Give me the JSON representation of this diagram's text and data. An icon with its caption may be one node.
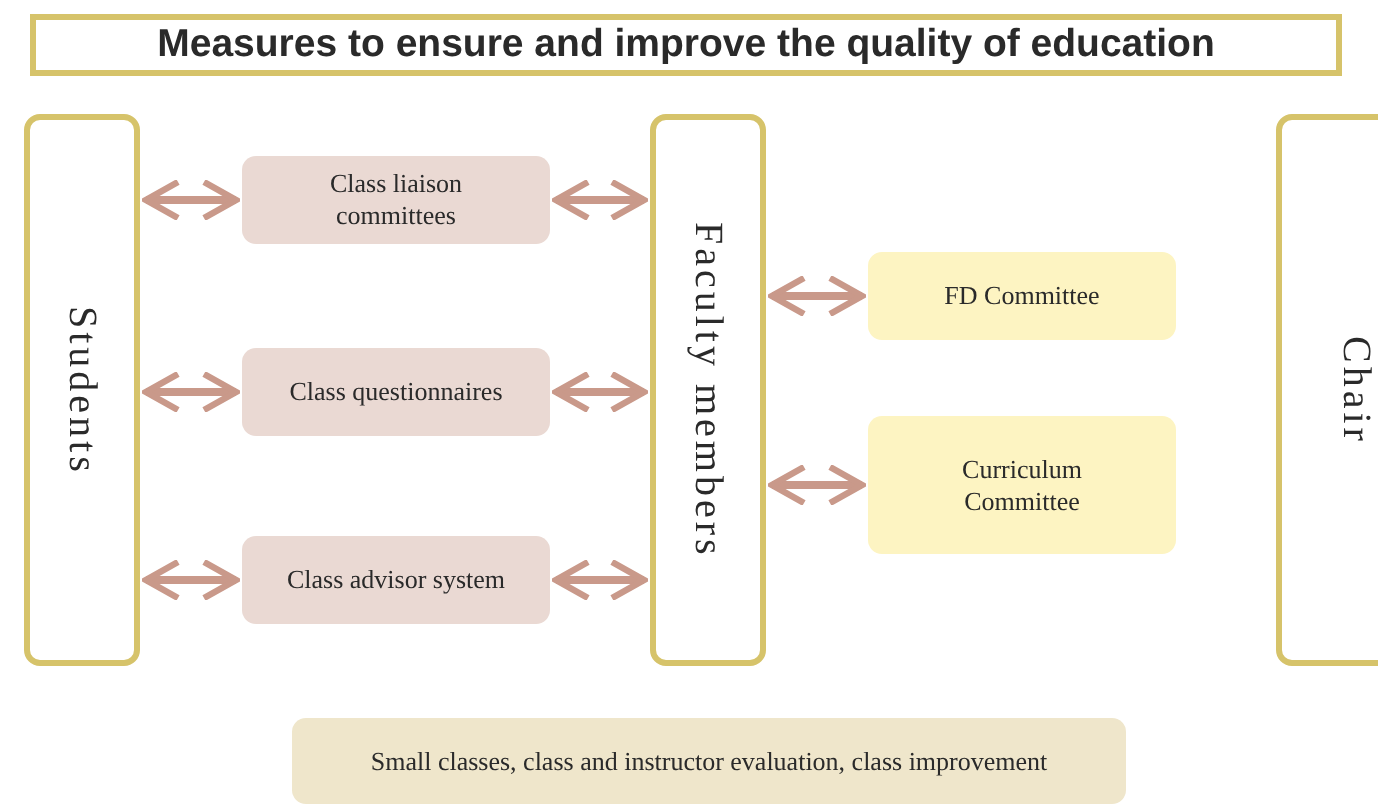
{
  "diagram": {
    "title": "Measures to ensure and improve the quality of education",
    "nodes": [
      {
        "text": [
          "Students"
        ]
      },
      {
        "text": [
          "Class liaison committees"
        ]
      },
      {
        "text": [
          "Class questionnaires"
        ]
      },
      {
        "text": [
          "Class advisor system"
        ]
      },
      {
        "text": [
          "Faculty members"
        ]
      },
      {
        "text": [
          "FD Committee"
        ]
      },
      {
        "text": [
          "Curriculum Committee"
        ]
      },
      {
        "text": [
          "Chair"
        ]
      },
      {
        "text": [
          "Small classes, class and instructor evaluation, class improvement"
        ]
      }
    ],
    "edges": [
      {
        "from": 0,
        "to": 1,
        "arrow": "both"
      },
      {
        "from": 1,
        "to": 4,
        "arrow": "both"
      },
      {
        "from": 0,
        "to": 2,
        "arrow": "both"
      },
      {
        "from": 2,
        "to": 4,
        "arrow": "both"
      },
      {
        "from": 0,
        "to": 3,
        "arrow": "both"
      },
      {
        "from": 3,
        "to": 4,
        "arrow": "both"
      },
      {
        "from": 4,
        "to": 5,
        "arrow": "both"
      },
      {
        "from": 4,
        "to": 6,
        "arrow": "both"
      }
    ]
  }
}
